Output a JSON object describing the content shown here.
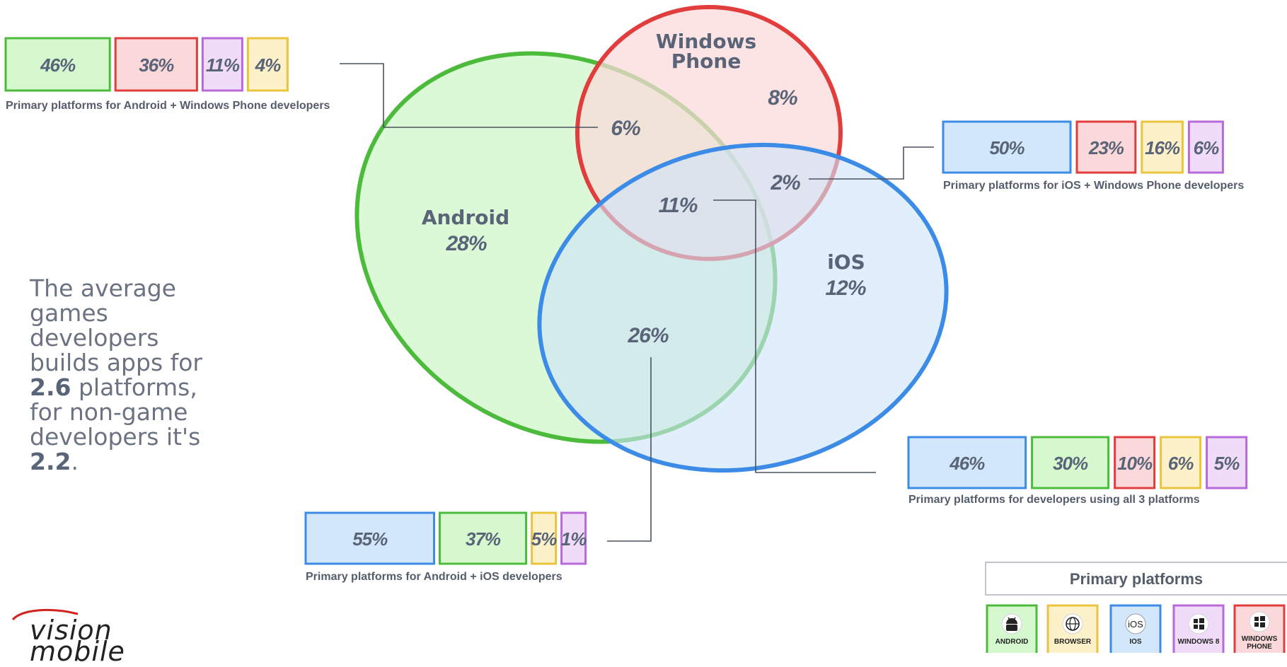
{
  "colors": {
    "android": "#4cbb3c",
    "android_fill": "#d5f8cf",
    "windows_phone": "#e23d3d",
    "windows_phone_fill": "#fbd9da",
    "ios": "#3c8be6",
    "ios_fill": "#d3e7fa",
    "browser": "#e9c53d",
    "browser_fill": "#fcf1c8",
    "windows8": "#b96ad9",
    "windows8_fill": "#f0dcf8",
    "text": "#5a6478",
    "connector": "#4a5260"
  },
  "venn": {
    "android_label": "Android",
    "android_value": "28%",
    "windows_phone_label_line1": "Windows",
    "windows_phone_label_line2": "Phone",
    "windows_phone_value": "8%",
    "ios_label": "iOS",
    "ios_value": "12%",
    "android_wp_value": "6%",
    "ios_wp_value": "2%",
    "all_three_value": "11%",
    "android_ios_value": "26%"
  },
  "breakdowns": {
    "android_wp": {
      "caption": "Primary platforms for Android + Windows Phone developers",
      "boxes": [
        {
          "value": "46%",
          "share": 46,
          "platform": "android"
        },
        {
          "value": "36%",
          "share": 36,
          "platform": "windows_phone"
        },
        {
          "value": "11%",
          "share": 11,
          "platform": "windows8"
        },
        {
          "value": "4%",
          "share": 4,
          "platform": "browser"
        }
      ]
    },
    "ios_wp": {
      "caption": "Primary platforms for iOS + Windows Phone developers",
      "boxes": [
        {
          "value": "50%",
          "share": 50,
          "platform": "ios"
        },
        {
          "value": "23%",
          "share": 23,
          "platform": "windows_phone"
        },
        {
          "value": "16%",
          "share": 16,
          "platform": "browser"
        },
        {
          "value": "6%",
          "share": 6,
          "platform": "windows8"
        }
      ]
    },
    "all_three": {
      "caption": "Primary platforms for developers using all 3 platforms",
      "boxes": [
        {
          "value": "46%",
          "share": 46,
          "platform": "ios"
        },
        {
          "value": "30%",
          "share": 30,
          "platform": "android"
        },
        {
          "value": "10%",
          "share": 10,
          "platform": "windows_phone"
        },
        {
          "value": "6%",
          "share": 6,
          "platform": "browser"
        },
        {
          "value": "5%",
          "share": 5,
          "platform": "windows8"
        }
      ]
    },
    "android_ios": {
      "caption": "Primary platforms for Android + iOS developers",
      "boxes": [
        {
          "value": "55%",
          "share": 55,
          "platform": "ios"
        },
        {
          "value": "37%",
          "share": 37,
          "platform": "android"
        },
        {
          "value": "5%",
          "share": 5,
          "platform": "browser"
        },
        {
          "value": "1%",
          "share": 1,
          "platform": "windows8"
        }
      ]
    }
  },
  "side_text": {
    "part1": "The average games developers builds apps for ",
    "bold1": "2.6",
    "part2": " platforms, for non-game developers it's ",
    "bold2": "2.2",
    "part3": "."
  },
  "legend": {
    "title": "Primary platforms",
    "items": [
      {
        "label": "ANDROID",
        "platform": "android",
        "icon": "android-icon"
      },
      {
        "label": "BROWSER",
        "platform": "browser",
        "icon": "globe-icon"
      },
      {
        "label": "iOS",
        "sublabel": "IOS",
        "platform": "ios",
        "icon": "ios-icon"
      },
      {
        "label": "WINDOWS 8",
        "platform": "windows8",
        "icon": "windows-icon"
      },
      {
        "label": "WINDOWS PHONE",
        "label_line1": "WINDOWS",
        "label_line2": "PHONE",
        "platform": "windows_phone",
        "icon": "windows-icon"
      }
    ]
  },
  "logo": {
    "line1": "vision",
    "line2": "mobile"
  }
}
